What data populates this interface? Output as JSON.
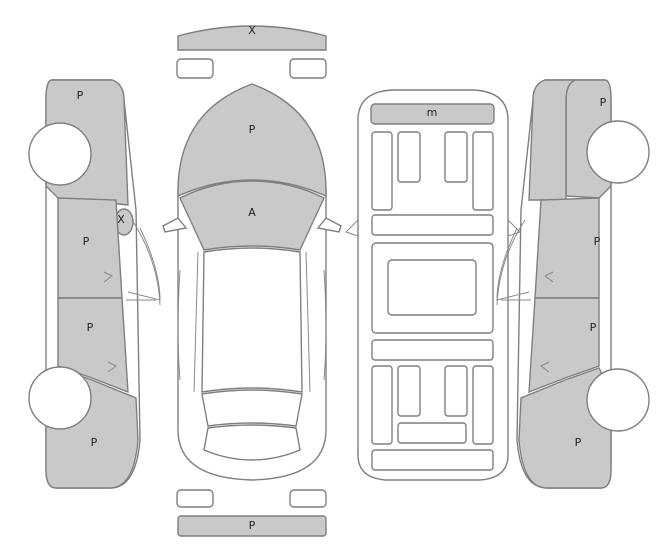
{
  "labels": {
    "front_bumper": "X",
    "hood": "P",
    "windshield": "A",
    "roof_panel": "m",
    "rear_bumper": "P",
    "left_side": {
      "front_fender": "P",
      "mirror": "X",
      "front_door": "P",
      "rear_door": "P",
      "rear_quarter": "P"
    },
    "right_side": {
      "front_fender": "P",
      "front_door": "P",
      "rear_door": "P",
      "rear_quarter": "P"
    }
  },
  "colors": {
    "damaged_fill": "#c9c9c9",
    "outline": "#7f7f7f",
    "background": "#ffffff"
  }
}
